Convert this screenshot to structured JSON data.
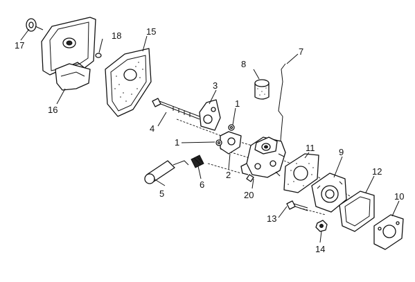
{
  "diagram": {
    "callouts": {
      "p1a": "1",
      "p1b": "1",
      "p2": "2",
      "p3": "3",
      "p4": "4",
      "p5": "5",
      "p6": "6",
      "p7": "7",
      "p8": "8",
      "p9": "9",
      "p10": "10",
      "p11": "11",
      "p12": "12",
      "p13": "13",
      "p14": "14",
      "p15": "15",
      "p16": "16",
      "p17": "17",
      "p18": "18",
      "p20": "20"
    }
  }
}
